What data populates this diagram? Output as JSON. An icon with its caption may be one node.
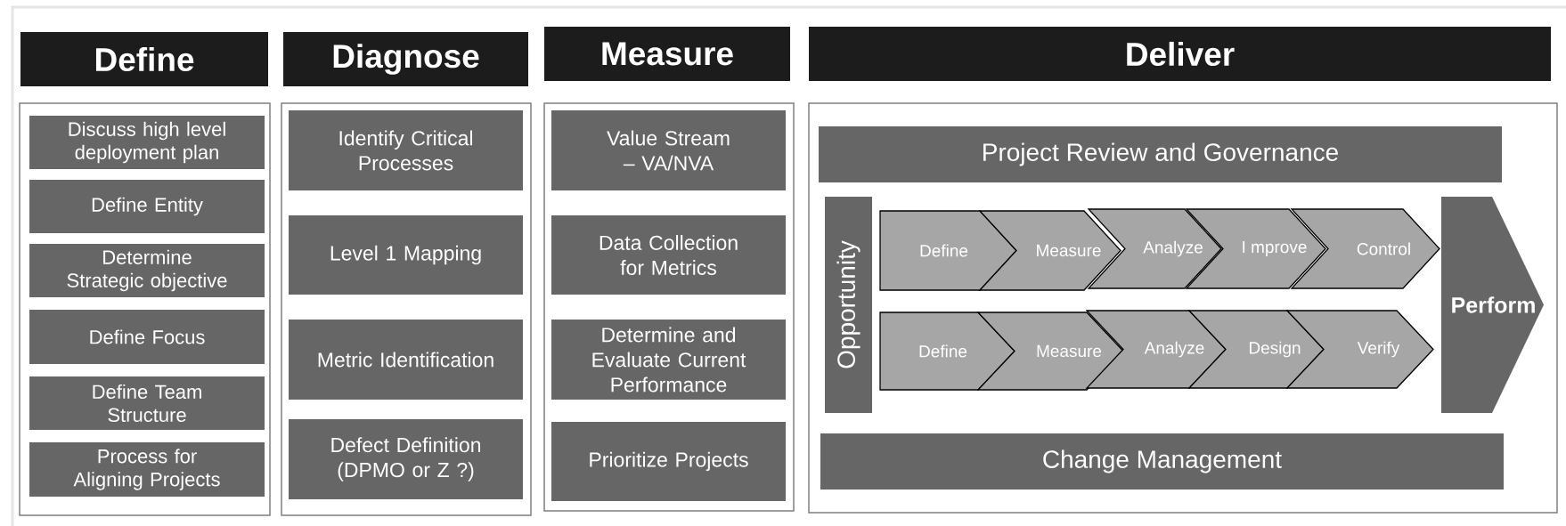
{
  "diagram": {
    "nodes": [
      {
        "text": [
          "Define"
        ]
      },
      {
        "text": [
          "Diagnose"
        ]
      },
      {
        "text": [
          "Measure"
        ]
      },
      {
        "text": [
          "Deliver"
        ]
      },
      {
        "text": [],
        "shape": "box"
      },
      {
        "text": [
          "Discuss high level deployment plan"
        ],
        "in": 4
      },
      {
        "text": [
          "Define Entity"
        ],
        "in": 4
      },
      {
        "text": [
          "Determine Strategic objective"
        ],
        "in": 4
      },
      {
        "text": [
          "Define Focus"
        ],
        "in": 4
      },
      {
        "text": [
          "Define Team Structure"
        ],
        "in": 4
      },
      {
        "text": [
          "Process for Aligning Projects"
        ],
        "in": 4
      },
      {
        "text": [],
        "shape": "box"
      },
      {
        "text": [
          "Identify Critical Processes"
        ],
        "in": 11
      },
      {
        "text": [
          "Level 1 Mapping"
        ],
        "in": 11
      },
      {
        "text": [
          "Metric Identification"
        ],
        "in": 11
      },
      {
        "text": [
          "Defect Definition (DPMO or Z ?)"
        ],
        "in": 11
      },
      {
        "text": [],
        "shape": "box"
      },
      {
        "text": [
          "Value Stream – VA/NVA"
        ],
        "in": 16
      },
      {
        "text": [
          "Data Collection for Metrics"
        ],
        "in": 16
      },
      {
        "text": [
          "Determine and Evaluate Current Performance"
        ],
        "in": 16
      },
      {
        "text": [
          "Prioritize Projects"
        ],
        "in": 16
      },
      {
        "text": [],
        "shape": "box"
      },
      {
        "text": [
          "Project Review and Governance"
        ],
        "in": 21
      },
      {
        "text": [
          "Opportunity"
        ],
        "in": 21
      },
      {
        "text": [
          "Define"
        ],
        "in": 21
      },
      {
        "text": [
          "Measure"
        ],
        "in": 21
      },
      {
        "text": [
          "Analyze"
        ],
        "in": 21
      },
      {
        "text": [
          "I mprove"
        ],
        "in": 21
      },
      {
        "text": [
          "Control"
        ],
        "in": 21
      },
      {
        "text": [
          "Define"
        ],
        "in": 21
      },
      {
        "text": [
          "Measure"
        ],
        "in": 21
      },
      {
        "text": [
          "Analyze"
        ],
        "in": 21
      },
      {
        "text": [
          "Design"
        ],
        "in": 21
      },
      {
        "text": [
          "Verify"
        ],
        "in": 21
      },
      {
        "text": [
          "Perform"
        ],
        "in": 21
      },
      {
        "text": [
          "Change Management"
        ],
        "in": 21
      }
    ]
  }
}
